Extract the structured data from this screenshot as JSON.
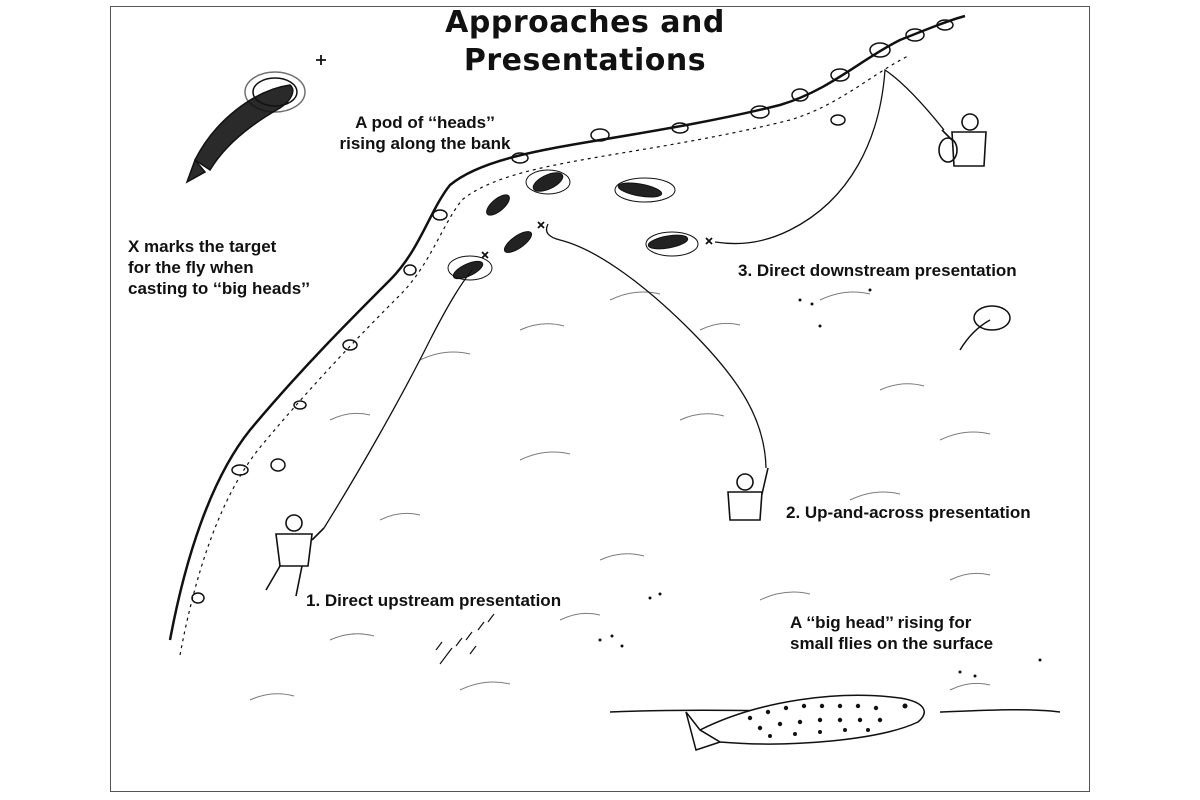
{
  "title": "Approaches and\nPresentations",
  "labels": {
    "pod": "A pod of ‘‘heads’’\nrising along the bank",
    "x_marks": "X marks the target\nfor the fly when\ncasting to ‘‘big heads’’",
    "downstream": "3. Direct downstream presentation",
    "up_across": "2. Up-and-across presentation",
    "upstream": "1. Direct upstream presentation",
    "big_head": "A ‘‘big head’’ rising for\nsmall flies on the surface"
  },
  "colors": {
    "ink": "#111111",
    "paper": "#ffffff"
  }
}
